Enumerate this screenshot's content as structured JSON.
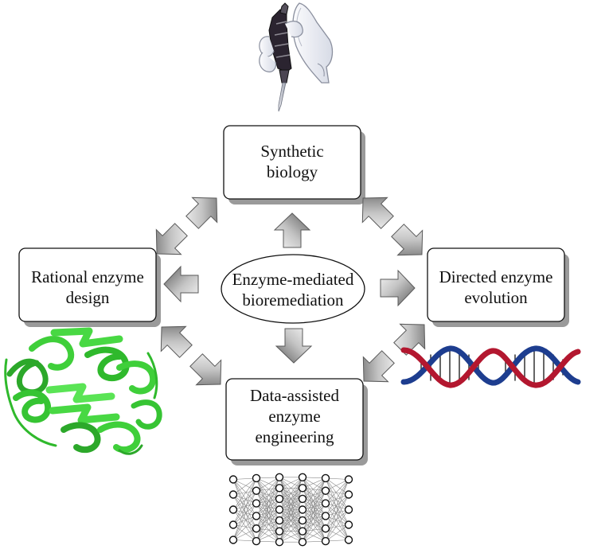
{
  "nodes": {
    "center": {
      "line1": "Enzyme-mediated",
      "line2": "bioremediation"
    },
    "top": {
      "line1": "Synthetic",
      "line2": "biology"
    },
    "left": {
      "line1": "Rational enzyme",
      "line2": "design"
    },
    "right": {
      "line1": "Directed enzyme",
      "line2": "evolution"
    },
    "bottom": {
      "line1": "Data-assisted",
      "line2": "enzyme",
      "line3": "engineering"
    }
  },
  "colors": {
    "arrow_light": "#f4f4f4",
    "arrow_dark": "#6d6d6d",
    "protein": "#3fcf3a",
    "dna_red": "#b3172f",
    "dna_blue": "#1d3d8f",
    "glove": "#eef0f6",
    "pipette": "#2b2430"
  },
  "icons": [
    "pipette-hand-icon",
    "protein-structure-icon",
    "dna-helix-icon",
    "neural-network-icon"
  ]
}
